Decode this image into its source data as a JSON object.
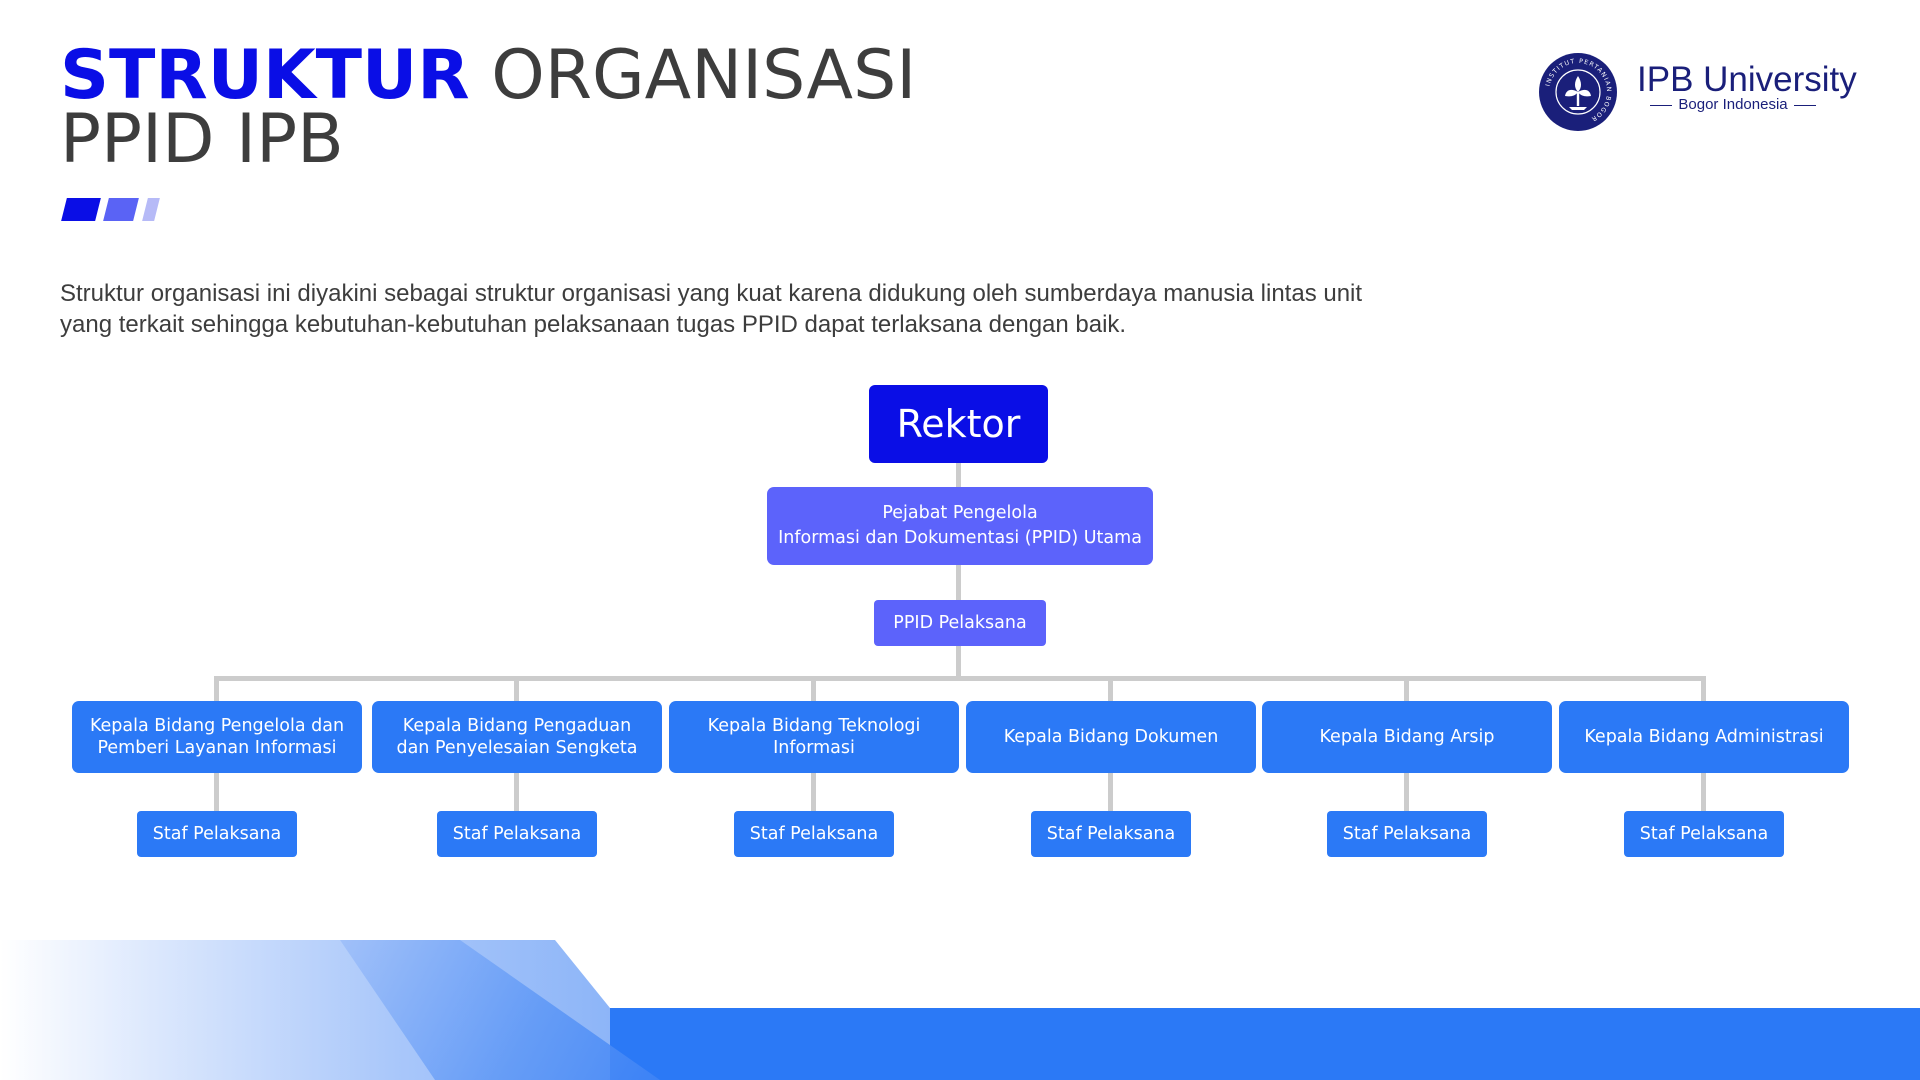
{
  "title": {
    "bold": "STRUKTUR",
    "light": "ORGANISASI",
    "line2": "PPID IPB"
  },
  "logo": {
    "name": "IPB University",
    "subtitle": "Bogor Indonesia",
    "seal_text": "INSTITUT PERTANIAN BOGOR"
  },
  "description": "Struktur organisasi ini diyakini sebagai struktur organisasi yang kuat karena didukung oleh sumberdaya manusia lintas unit yang terkait sehingga kebutuhan-kebutuhan pelaksanaan tugas PPID dapat terlaksana dengan baik.",
  "org": {
    "rektor": "Rektor",
    "utama_line1": "Pejabat Pengelola",
    "utama_line2": "Informasi dan Dokumentasi (PPID) Utama",
    "pelaksana": "PPID Pelaksana",
    "bidang": [
      {
        "label": "Kepala Bidang Pengelola dan Pemberi Layanan Informasi",
        "staf": "Staf Pelaksana"
      },
      {
        "label": "Kepala Bidang Pengaduan dan Penyelesaian Sengketa",
        "staf": "Staf Pelaksana"
      },
      {
        "label": "Kepala Bidang Teknologi Informasi",
        "staf": "Staf Pelaksana"
      },
      {
        "label": "Kepala Bidang Dokumen",
        "staf": "Staf Pelaksana"
      },
      {
        "label": "Kepala Bidang Arsip",
        "staf": "Staf Pelaksana"
      },
      {
        "label": "Kepala Bidang Administrasi",
        "staf": "Staf Pelaksana"
      }
    ]
  },
  "colors": {
    "primary": "#0a0ee6",
    "secondary": "#5c63fb",
    "tertiary": "#2b79f6",
    "text": "#3d3d3d",
    "connector": "#cccccc"
  }
}
